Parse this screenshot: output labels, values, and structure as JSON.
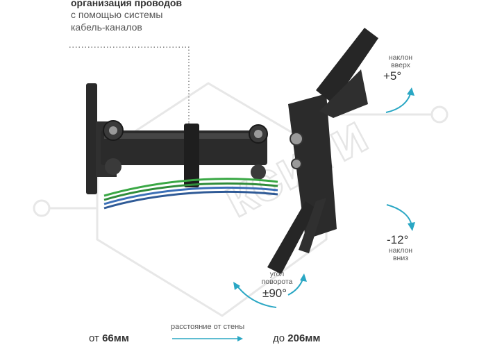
{
  "cable_note": {
    "line1": "организация проводов",
    "line2": "с помощью системы",
    "line3": "кабель-каналов"
  },
  "tilt_up": {
    "label1": "наклон",
    "label2": "вверх",
    "value": "+5°"
  },
  "tilt_down": {
    "value": "-12°",
    "label1": "наклон",
    "label2": "вниз"
  },
  "rotation": {
    "label1": "угол",
    "label2": "поворота",
    "value": "±90°"
  },
  "distance": {
    "min_prefix": "от",
    "min_value": "66мм",
    "label": "расстояние от стены",
    "max_prefix": "до",
    "max_value": "206мм"
  },
  "watermark": "ксити",
  "colors": {
    "arrow": "#2aa7c4",
    "metal": "#2b2b2b",
    "cable_green": "#3aa845",
    "cable_blue": "#3b6fb6"
  },
  "icons": [
    "tilt-up-arrow-icon",
    "tilt-down-arrow-icon",
    "rotation-arrow-icon",
    "distance-arrow-icon"
  ]
}
